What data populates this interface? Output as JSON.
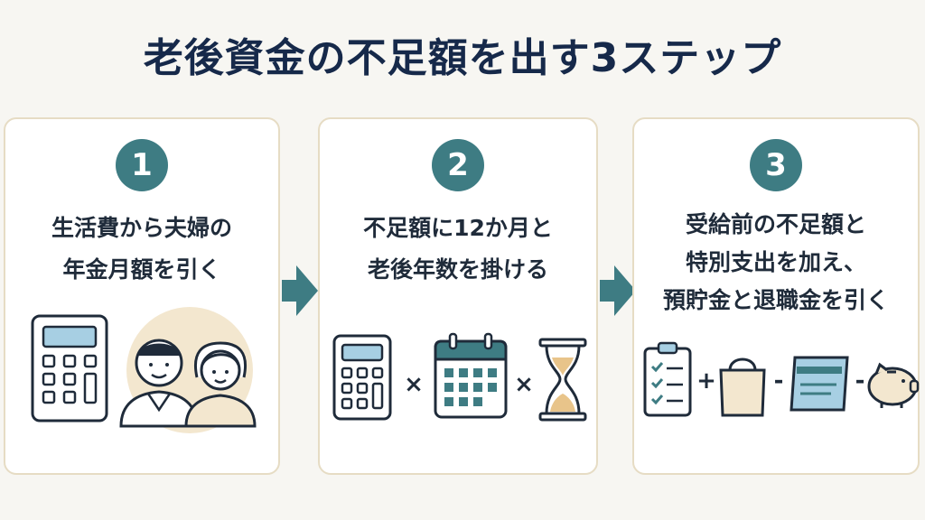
{
  "title": "老後資金の不足額を出す3ステップ",
  "steps": [
    {
      "number": "1",
      "lines": [
        "生活費から夫婦の",
        "年金月額を引く"
      ],
      "icons": [
        "calculator-icon",
        "elderly-couple-icon"
      ]
    },
    {
      "number": "2",
      "lines": [
        "不足額に12か月と",
        "老後年数を掛ける"
      ],
      "operators": [
        "×",
        "×"
      ],
      "icons": [
        "calculator-icon",
        "calendar-icon",
        "hourglass-icon"
      ]
    },
    {
      "number": "3",
      "lines": [
        "受給前の不足額と",
        "特別支出を加え、",
        "預貯金と退職金を引く"
      ],
      "operators": [
        "+",
        "-",
        "-"
      ],
      "icons": [
        "checklist-icon",
        "shopping-bag-icon",
        "bankbook-icon",
        "piggy-bank-icon"
      ]
    }
  ],
  "colors": {
    "accent": "#3e7c83",
    "navy": "#16294a",
    "card_border": "#e6dcc4",
    "beige": "#f3e7cf",
    "light_blue": "#a7cfe3"
  }
}
